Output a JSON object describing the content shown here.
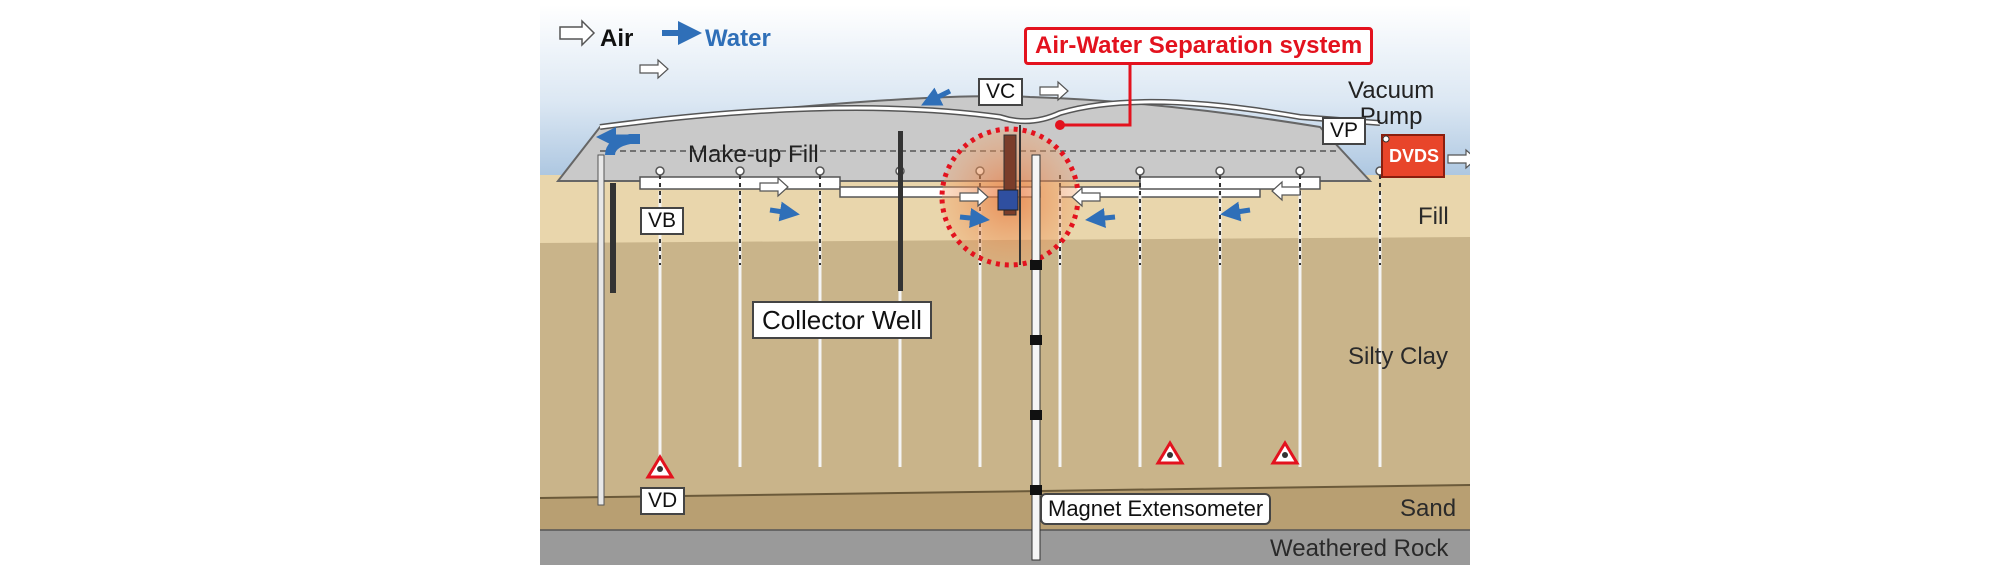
{
  "legend": {
    "air": "Air",
    "water": "Water"
  },
  "callout": {
    "air_water_separation": "Air-Water Separation system"
  },
  "equipment": {
    "vc": "VC",
    "vp": "VP",
    "vacuum_pump": "Vacuum\nPump",
    "dvds": "DVDS",
    "vb": "VB",
    "vd": "VD",
    "collector_well": "Collector Well",
    "magnet_extensometer": "Magnet Extensometer"
  },
  "layers": {
    "make_up_fill": "Make-up Fill",
    "fill": "Fill",
    "silty_clay": "Silty Clay",
    "sand": "Sand",
    "weathered_rock": "Weathered Rock"
  },
  "colors": {
    "air_arrow": "#ffffff",
    "water_arrow": "#2f6fb8",
    "highlight_red": "#e3121e",
    "dvds_fill": "#e8452a",
    "fill_layer": "#e9d6ac",
    "clay_layer": "#c9b48a",
    "sand_layer": "#b89f72",
    "rock_layer": "#9a9a9a"
  }
}
